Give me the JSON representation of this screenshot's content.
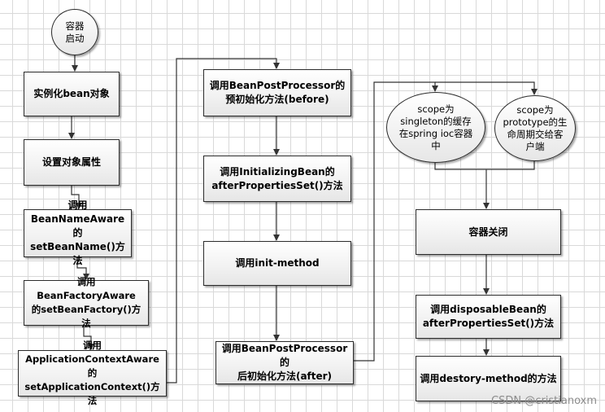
{
  "nodes": {
    "start": "容器\n启动",
    "instantiate": "实例化bean对象",
    "set_props": "设置对象属性",
    "bean_name_aware": "调用\nBeanNameAware的\nsetBeanName()方法",
    "bean_factory_aware": "调用BeanFactoryAware\n的setBeanFactory()方\n法",
    "app_context_aware": "调用\nApplicationContextAware的\nsetApplicationContext()方法",
    "bpp_before": "调用BeanPostProcessor的\n预初始化方法(before)",
    "initializing_bean": "调用InitializingBean的\nafterPropertiesSet()方法",
    "init_method": "调用init-method",
    "bpp_after": "调用BeanPostProcessor的\n后初始化方法(after)",
    "scope_singleton": "scope为\nsingleton的缓存\n在spring ioc容器\n中",
    "scope_prototype": "scope为\nprototype的生\n命周期交给客\n户端",
    "container_close": "容器关闭",
    "disposable_bean": "调用disposableBean的\nafterPropertiesSet()方法",
    "destroy_method": "调用destory-method的方法"
  },
  "watermark": "CSDN @cristianoxm"
}
